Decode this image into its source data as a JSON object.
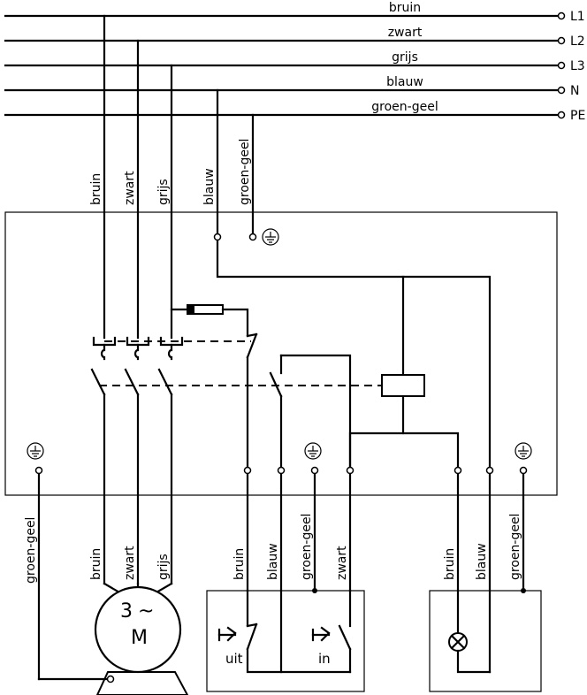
{
  "supply_lines": [
    {
      "terminal": "L1",
      "color": "bruin"
    },
    {
      "terminal": "L2",
      "color": "zwart"
    },
    {
      "terminal": "L3",
      "color": "grijs"
    },
    {
      "terminal": "N",
      "color": "blauw"
    },
    {
      "terminal": "PE",
      "color": "groen-geel"
    }
  ],
  "cabinet_inputs": [
    "bruin",
    "zwart",
    "grijs",
    "blauw",
    "groen-geel"
  ],
  "motor": {
    "leads": [
      "bruin",
      "zwart",
      "grijs"
    ],
    "earth": "groen-geel",
    "phase_label": "3",
    "tilde": "~",
    "type_label": "M"
  },
  "pushbutton_box": {
    "leads": [
      "bruin",
      "blauw",
      "groen-geel",
      "zwart"
    ],
    "stop_label": "uit",
    "start_label": "in"
  },
  "lamp_box": {
    "leads": [
      "bruin",
      "blauw",
      "groen-geel"
    ]
  }
}
